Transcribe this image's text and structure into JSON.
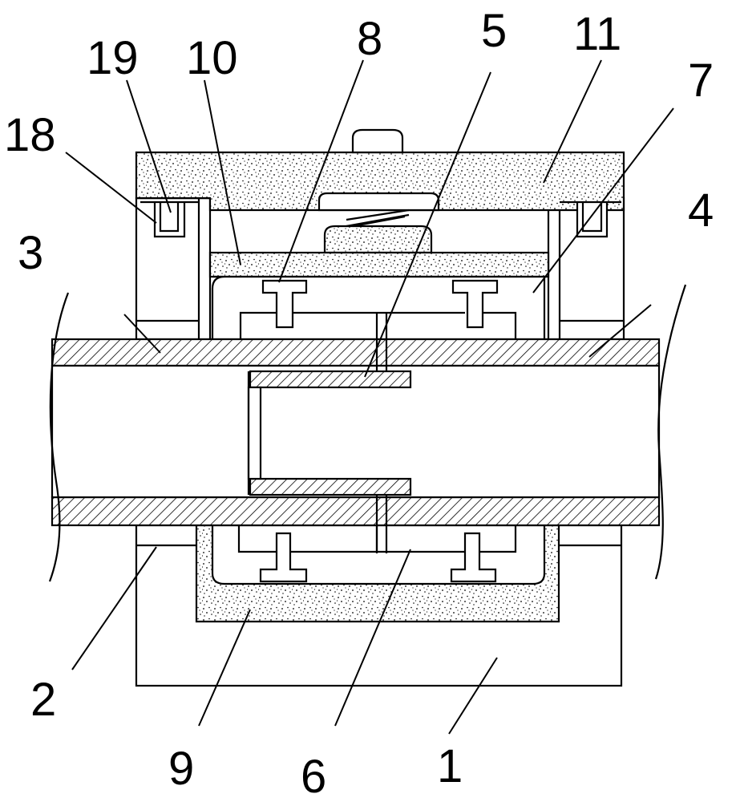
{
  "labels": [
    {
      "id": "1",
      "text": "1"
    },
    {
      "id": "2",
      "text": "2"
    },
    {
      "id": "3",
      "text": "3"
    },
    {
      "id": "4",
      "text": "4"
    },
    {
      "id": "5",
      "text": "5"
    },
    {
      "id": "6",
      "text": "6"
    },
    {
      "id": "7",
      "text": "7"
    },
    {
      "id": "8",
      "text": "8"
    },
    {
      "id": "9",
      "text": "9"
    },
    {
      "id": "10",
      "text": "10"
    },
    {
      "id": "11",
      "text": "11"
    },
    {
      "id": "18",
      "text": "18"
    },
    {
      "id": "19",
      "text": "19"
    }
  ]
}
